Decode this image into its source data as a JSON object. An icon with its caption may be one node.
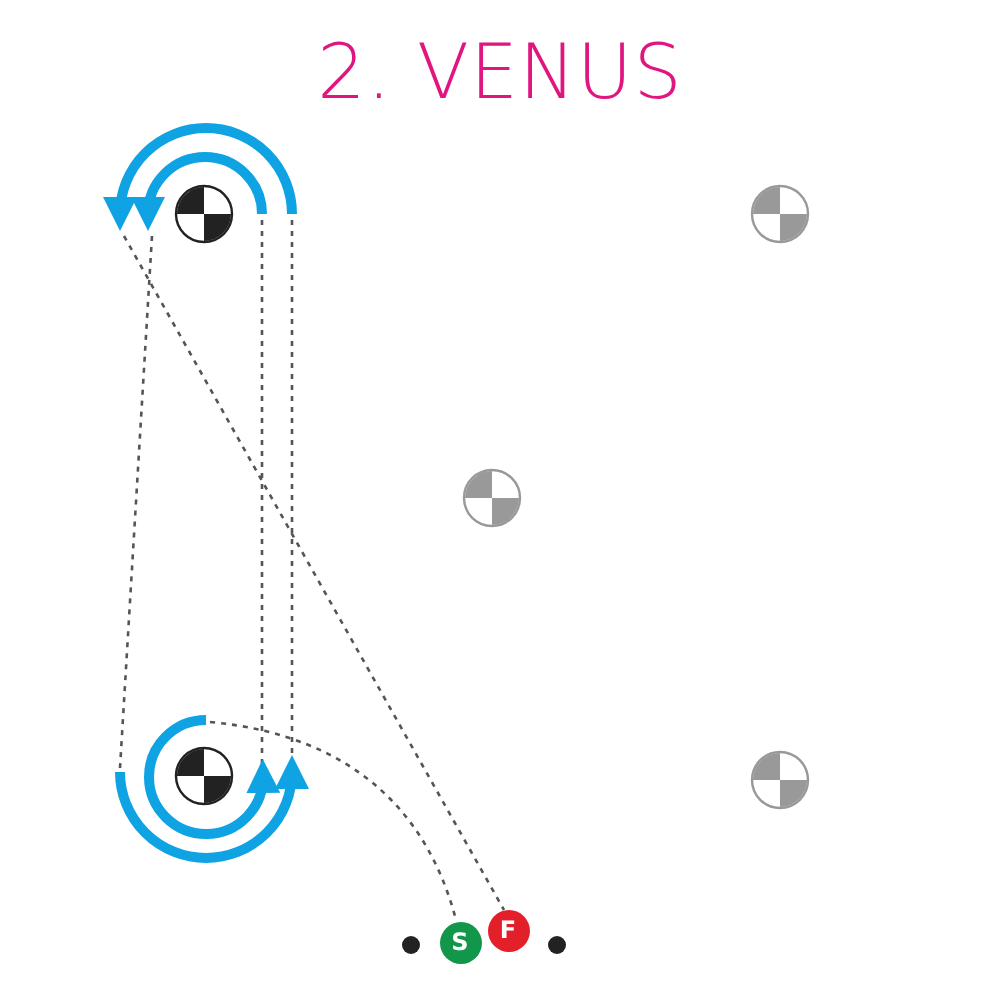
{
  "diagram": {
    "title": "2. VENUS",
    "nodes": [
      {
        "text": [],
        "shape": "circle"
      },
      {
        "text": [],
        "shape": "circle"
      },
      {
        "text": [],
        "shape": "circle"
      },
      {
        "text": [],
        "shape": "circle"
      },
      {
        "text": [],
        "shape": "circle"
      },
      {
        "text": [],
        "shape": "circle"
      },
      {
        "text": [
          "S"
        ]
      },
      {
        "text": [
          "F"
        ]
      },
      {
        "text": [],
        "shape": "circle"
      }
    ]
  }
}
